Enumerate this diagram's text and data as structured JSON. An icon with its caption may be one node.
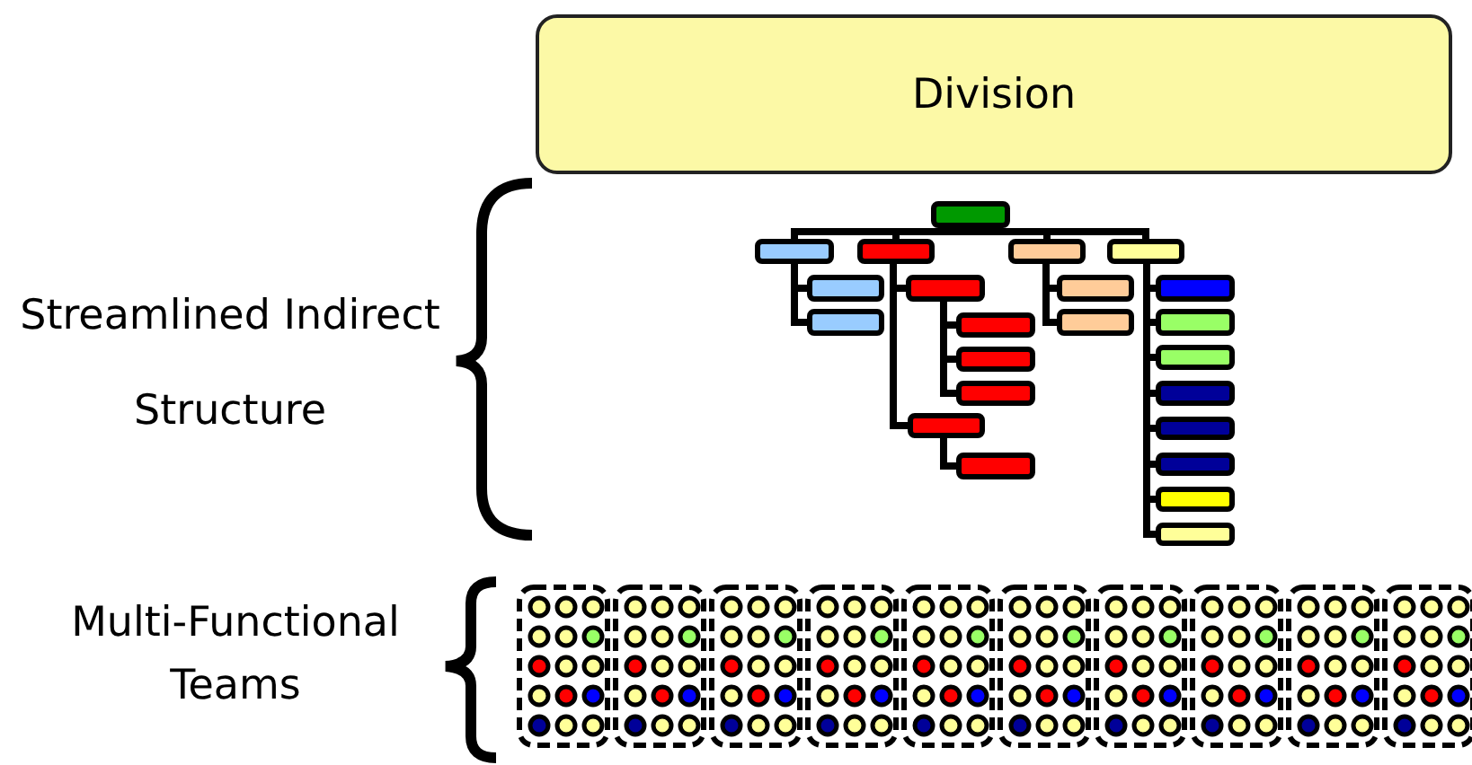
{
  "diagram": {
    "nodes": [
      {
        "text": [
          "Division"
        ]
      },
      {
        "text": [],
        "shape": "box"
      },
      {
        "text": [],
        "shape": "box"
      },
      {
        "text": [],
        "shape": "box"
      },
      {
        "text": [],
        "shape": "box"
      },
      {
        "text": [],
        "shape": "box"
      },
      {
        "text": [],
        "shape": "box"
      },
      {
        "text": [],
        "shape": "box"
      },
      {
        "text": [],
        "shape": "box"
      },
      {
        "text": [],
        "shape": "box"
      },
      {
        "text": [],
        "shape": "box"
      },
      {
        "text": [],
        "shape": "box"
      },
      {
        "text": [],
        "shape": "box"
      },
      {
        "text": [],
        "shape": "box"
      },
      {
        "text": [],
        "shape": "box"
      },
      {
        "text": [],
        "shape": "box"
      },
      {
        "text": [],
        "shape": "box"
      },
      {
        "text": [],
        "shape": "box"
      },
      {
        "text": [],
        "shape": "box"
      },
      {
        "text": [],
        "shape": "box"
      },
      {
        "text": [],
        "shape": "box"
      },
      {
        "text": [],
        "shape": "box"
      },
      {
        "text": [],
        "shape": "box"
      },
      {
        "text": [],
        "shape": "box"
      }
    ],
    "edges": [
      {
        "from": 1,
        "to": 2,
        "arrow": "none"
      },
      {
        "from": 1,
        "to": 3,
        "arrow": "none"
      },
      {
        "from": 1,
        "to": 4,
        "arrow": "none"
      },
      {
        "from": 1,
        "to": 5,
        "arrow": "none"
      },
      {
        "from": 2,
        "to": 6,
        "arrow": "none"
      },
      {
        "from": 2,
        "to": 7,
        "arrow": "none"
      },
      {
        "from": 3,
        "to": 8,
        "arrow": "none"
      },
      {
        "from": 8,
        "to": 9,
        "arrow": "none"
      },
      {
        "from": 8,
        "to": 10,
        "arrow": "none"
      },
      {
        "from": 8,
        "to": 11,
        "arrow": "none"
      },
      {
        "from": 3,
        "to": 12,
        "arrow": "none"
      },
      {
        "from": 12,
        "to": 13,
        "arrow": "none"
      },
      {
        "from": 4,
        "to": 14,
        "arrow": "none"
      },
      {
        "from": 4,
        "to": 15,
        "arrow": "none"
      },
      {
        "from": 5,
        "to": 16,
        "arrow": "none"
      },
      {
        "from": 5,
        "to": 17,
        "arrow": "none"
      },
      {
        "from": 5,
        "to": 18,
        "arrow": "none"
      },
      {
        "from": 5,
        "to": 19,
        "arrow": "none"
      },
      {
        "from": 5,
        "to": 20,
        "arrow": "none"
      },
      {
        "from": 5,
        "to": 21,
        "arrow": "none"
      },
      {
        "from": 5,
        "to": 22,
        "arrow": "none"
      },
      {
        "from": 5,
        "to": 23,
        "arrow": "none"
      }
    ],
    "labels": [
      "Streamlined Indirect Structure",
      "Multi-Functional Teams"
    ]
  }
}
